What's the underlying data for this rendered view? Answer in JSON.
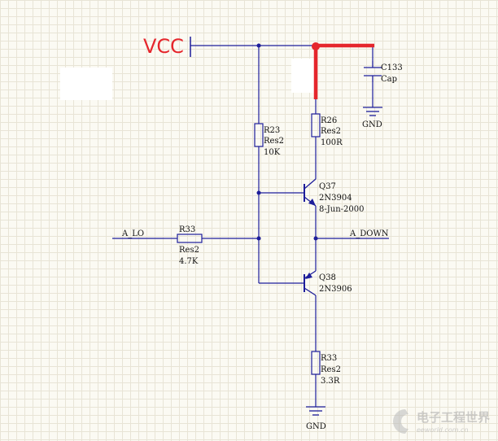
{
  "vcc": {
    "label": "VCC"
  },
  "nets": {
    "a_lo": "A_LO",
    "a_down": "A_DOWN"
  },
  "components": {
    "c133": {
      "ref": "C133",
      "value": "Cap"
    },
    "r26": {
      "ref": "R26",
      "model": "Res2",
      "value": "100R"
    },
    "r23": {
      "ref": "R23",
      "model": "Res2",
      "value": "10K"
    },
    "r33_in": {
      "ref": "R33",
      "model": "Res2",
      "value": "4.7K"
    },
    "q37": {
      "ref": "Q37",
      "part": "2N3904",
      "date": "8-Jun-2000"
    },
    "q38": {
      "ref": "Q38",
      "part": "2N3906"
    },
    "r33_gnd": {
      "ref": "R33",
      "model": "Res2",
      "value": "3.3R"
    }
  },
  "grounds": {
    "top": "GND",
    "bottom": "GND"
  },
  "watermark": {
    "text": "电子工程世界",
    "url": "eeworld.com.cn"
  },
  "colors": {
    "wire": "#1d1d9a",
    "accent": "#e5262c",
    "junction": "#1d1d9a"
  }
}
